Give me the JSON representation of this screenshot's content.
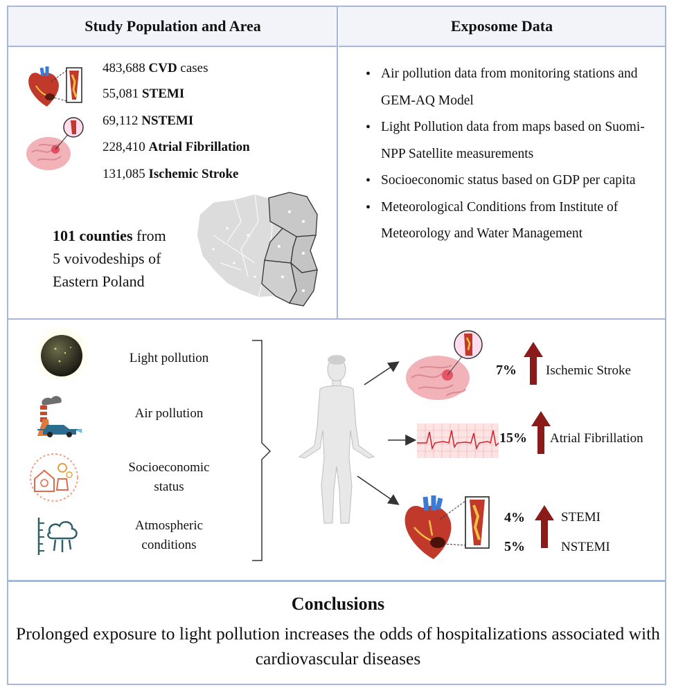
{
  "headers": {
    "study": "Study Population and Area",
    "exposome": "Exposome Data"
  },
  "stats": [
    {
      "number": "483,688",
      "label": "CVD",
      "suffix": " cases"
    },
    {
      "number": "55,081",
      "label": "STEMI",
      "suffix": ""
    },
    {
      "number": "69,112",
      "label": "NSTEMI",
      "suffix": ""
    },
    {
      "number": "228,410",
      "label": "Atrial Fibrillation",
      "suffix": ""
    },
    {
      "number": "131,085",
      "label": "Ischemic Stroke",
      "suffix": ""
    }
  ],
  "counties": {
    "bold": "101 counties",
    "rest1": " from",
    "line2": "5 voivodeships of",
    "line3": "Eastern Poland"
  },
  "exposome_bullets": [
    "Air pollution data from monitoring stations and GEM-AQ Model",
    "Light Pollution data from maps based on Suomi-NPP Satellite measurements",
    "Socioeconomic status based on GDP per capita",
    "Meteorological Conditions from Institute of Meteorology and Water Management"
  ],
  "factors": [
    {
      "label": "Light pollution",
      "icon": "earth-night-icon"
    },
    {
      "label": "Air pollution",
      "icon": "factory-car-icon"
    },
    {
      "label": "Socioeconomic status",
      "icon": "socioeconomic-icon"
    },
    {
      "label": "Atmospheric conditions",
      "icon": "weather-icon"
    }
  ],
  "outcomes": {
    "stroke": {
      "pct": "7%",
      "label": "Ischemic Stroke"
    },
    "af": {
      "pct": "15%",
      "label": "Atrial Fibrillation"
    },
    "stemi": {
      "pct": "4%",
      "label": "STEMI"
    },
    "nstemi": {
      "pct": "5%",
      "label": "NSTEMI"
    }
  },
  "conclusions": {
    "title": "Conclusions",
    "text": "Prolonged exposure to light pollution increases the odds of hospitalizations associated with cardiovascular diseases"
  },
  "colors": {
    "border": "#a7b7d6",
    "arrow_up": "#8b1a1a",
    "heart_red": "#c0392b",
    "brain_pink": "#f2b3b8",
    "map_gray": "#d8d8d8"
  }
}
